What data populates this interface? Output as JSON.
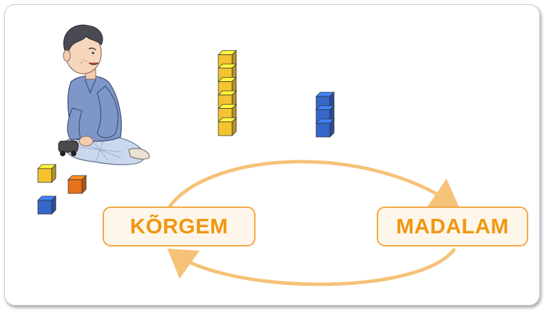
{
  "words": {
    "left": "KÕRGEM",
    "right": "MADALAM"
  },
  "colors": {
    "frame_border": "#c9c9c9",
    "box_border": "#f0a640",
    "box_fill": "#fef6ea",
    "word_text": "#f0960f",
    "arrow": "#f5c278",
    "cube_yellow": "#f4c430",
    "cube_blue": "#3467c8",
    "cube_orange": "#e8711a"
  },
  "scene": {
    "tall_tower": {
      "cube_color": "yellow",
      "cube_count": 6
    },
    "short_tower": {
      "cube_color": "blue",
      "cube_count": 3
    },
    "loose_cubes": [
      "yellow",
      "orange",
      "blue"
    ],
    "figure": "boy-sitting-with-toy"
  }
}
